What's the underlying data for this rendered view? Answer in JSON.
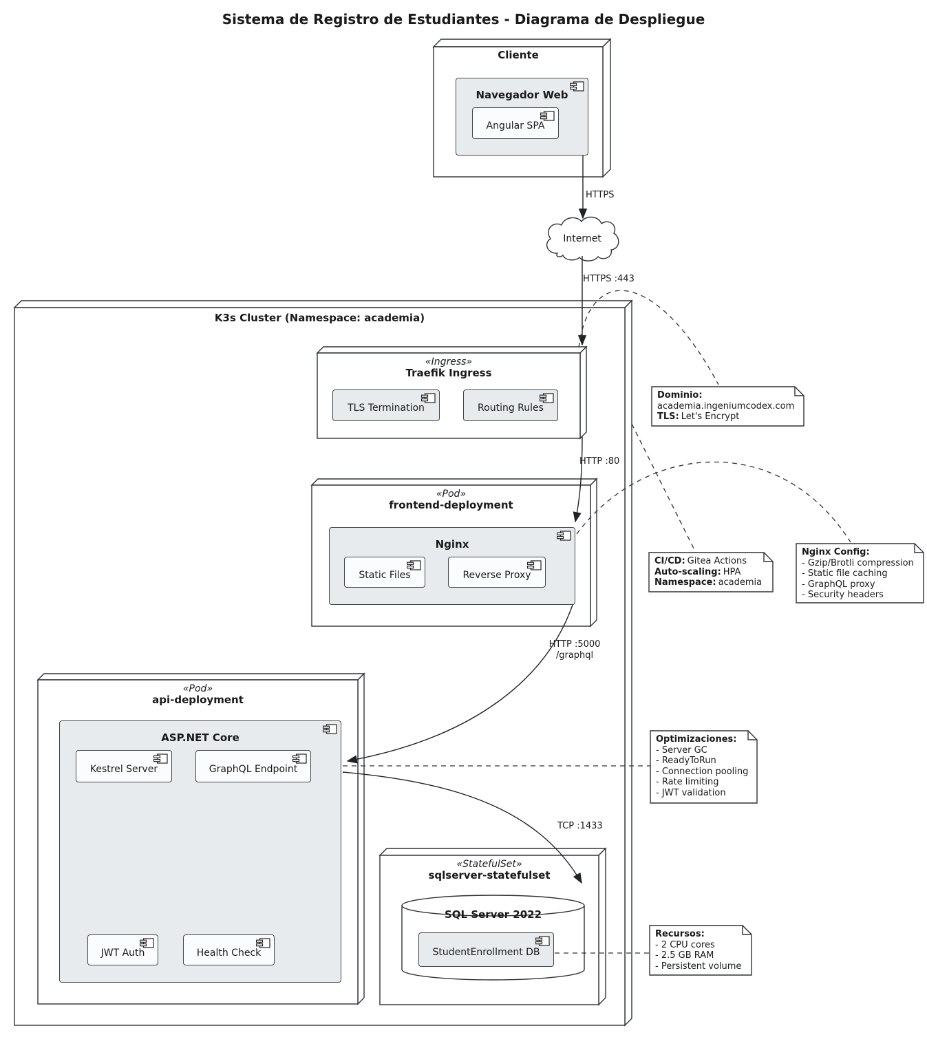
{
  "title": "Sistema de Registro de Estudiantes - Diagrama de Despliegue",
  "cloud": {
    "label": "Internet"
  },
  "cluster": {
    "label": "K3s Cluster (Namespace: academia)"
  },
  "nodes": {
    "cliente": {
      "label": "Cliente"
    },
    "traefik": {
      "stereotype": "«Ingress»",
      "label": "Traefik Ingress"
    },
    "frontend": {
      "stereotype": "«Pod»",
      "label": "frontend-deployment"
    },
    "api": {
      "stereotype": "«Pod»",
      "label": "api-deployment"
    },
    "sqlserver": {
      "stereotype": "«StatefulSet»",
      "label": "sqlserver-statefulset"
    }
  },
  "components": {
    "navegador": {
      "label": "Navegador Web"
    },
    "angular": {
      "label": "Angular SPA"
    },
    "tls_termination": {
      "label": "TLS Termination"
    },
    "routing_rules": {
      "label": "Routing Rules"
    },
    "nginx": {
      "label": "Nginx"
    },
    "static_files": {
      "label": "Static Files"
    },
    "reverse_proxy": {
      "label": "Reverse Proxy"
    },
    "aspnet": {
      "label": "ASP.NET Core"
    },
    "kestrel": {
      "label": "Kestrel Server"
    },
    "graphql": {
      "label": "GraphQL Endpoint"
    },
    "jwt": {
      "label": "JWT Auth"
    },
    "health": {
      "label": "Health Check"
    },
    "database": {
      "label": "SQL Server 2022"
    },
    "enrollment_db": {
      "label": "StudentEnrollment DB"
    }
  },
  "edges": {
    "https": {
      "label": "HTTPS"
    },
    "https443": {
      "label": "HTTPS :443"
    },
    "http80": {
      "label": "HTTP :80"
    },
    "http5000": {
      "label": "HTTP :5000",
      "sublabel": "/graphql"
    },
    "tcp1433": {
      "label": "TCP :1433"
    }
  },
  "notes": {
    "dominio": {
      "label1": "Dominio:",
      "value1": "academia.ingeniumcodex.com",
      "label2": "TLS:",
      "value2": "Let's Encrypt"
    },
    "cicd": {
      "label1": "CI/CD:",
      "value1": "Gitea Actions",
      "label2": "Auto-scaling:",
      "value2": "HPA",
      "label3": "Namespace:",
      "value3": "academia"
    },
    "nginx_config": {
      "title": "Nginx Config:",
      "lines": [
        "- Gzip/Brotli compression",
        "- Static file caching",
        "- GraphQL proxy",
        "- Security headers"
      ]
    },
    "optimizaciones": {
      "title": "Optimizaciones:",
      "lines": [
        "- Server GC",
        "- ReadyToRun",
        "- Connection pooling",
        "- Rate limiting",
        "- JWT validation"
      ]
    },
    "recursos": {
      "title": "Recursos:",
      "lines": [
        "- 2 CPU cores",
        "- 2.5 GB RAM",
        "- Persistent volume"
      ]
    }
  },
  "colors": {
    "component_fill": "#e8ebee",
    "nested_fill": "#fbfcfd",
    "node_border": "#2e3336",
    "line": "#1f2326"
  }
}
